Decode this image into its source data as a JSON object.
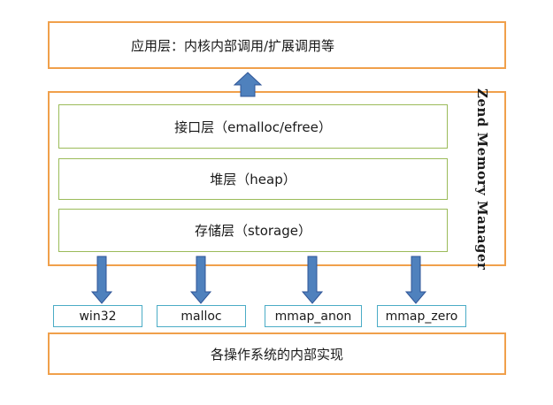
{
  "layers": {
    "app": "应用层：内核内部调用/扩展调用等",
    "interface": "接口层（emalloc/efree）",
    "heap": "堆层（heap）",
    "storage": "存储层（storage）",
    "os_impl": "各操作系统的内部实现"
  },
  "zend_label": "Zend Memory Manager",
  "os_backends": [
    {
      "label": "win32"
    },
    {
      "label": "malloc"
    },
    {
      "label": "mmap_anon"
    },
    {
      "label": "mmap_zero"
    }
  ],
  "colors": {
    "outer_border": "#f0a04b",
    "layer_border": "#9bbb59",
    "backend_border": "#4bacc6",
    "arrow_fill": "#4f81bd",
    "arrow_stroke": "#2f5597"
  }
}
